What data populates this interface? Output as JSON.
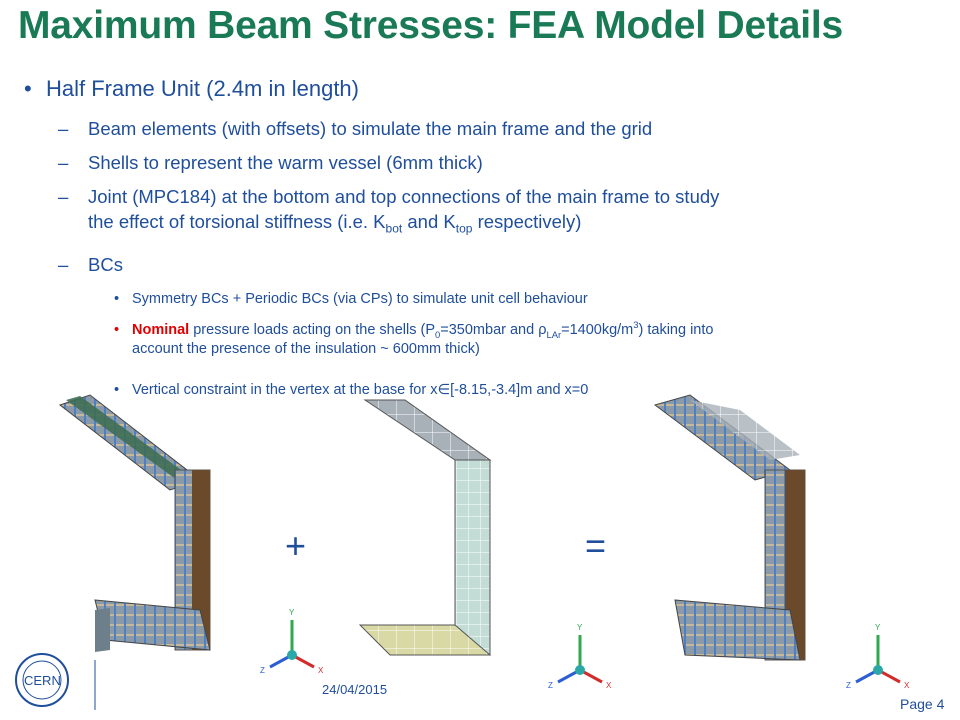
{
  "title": "Maximum Beam Stresses: FEA Model Details",
  "bullet_symbol": "•",
  "dash_symbol": "–",
  "l1": "Half Frame Unit (2.4m in length)",
  "l2_items": {
    "beam": "Beam elements (with offsets) to simulate the main frame and the grid",
    "shells": "Shells to represent the warm vessel (6mm thick)",
    "joint_a": "Joint (MPC184) at the bottom and top connections of the main frame to study",
    "joint_b": "the effect of torsional stiffness (i.e. K",
    "joint_sub1": "bot",
    "joint_c": " and K",
    "joint_sub2": "top",
    "joint_d": " respectively)",
    "bcs": "BCs"
  },
  "l3_items": {
    "sym": "Symmetry BCs + Periodic BCs (via CPs) to simulate unit cell behaviour",
    "nominal_red": "Nominal",
    "nominal_a": " pressure loads acting on the shells (P",
    "nominal_sub1": "0",
    "nominal_b": "=350mbar and ρ",
    "nominal_sub2": "LAr",
    "nominal_c": "=1400kg/m",
    "nominal_sup": "3",
    "nominal_d": ") taking into",
    "nominal_line2": "account the presence of the insulation ~ 600mm thick)",
    "vertical": "Vertical constraint in the vertex at the base for x∈[-8.15,-3.4]m and x=0"
  },
  "operators": {
    "plus": "+",
    "equals": "="
  },
  "axes": {
    "x": "X",
    "y": "Y",
    "z": "Z"
  },
  "logo_text": "CERN",
  "date": "24/04/2015",
  "page": "Page 4",
  "colors": {
    "title": "#1a7a56",
    "text": "#1f4e9b",
    "highlight": "#e00000"
  }
}
